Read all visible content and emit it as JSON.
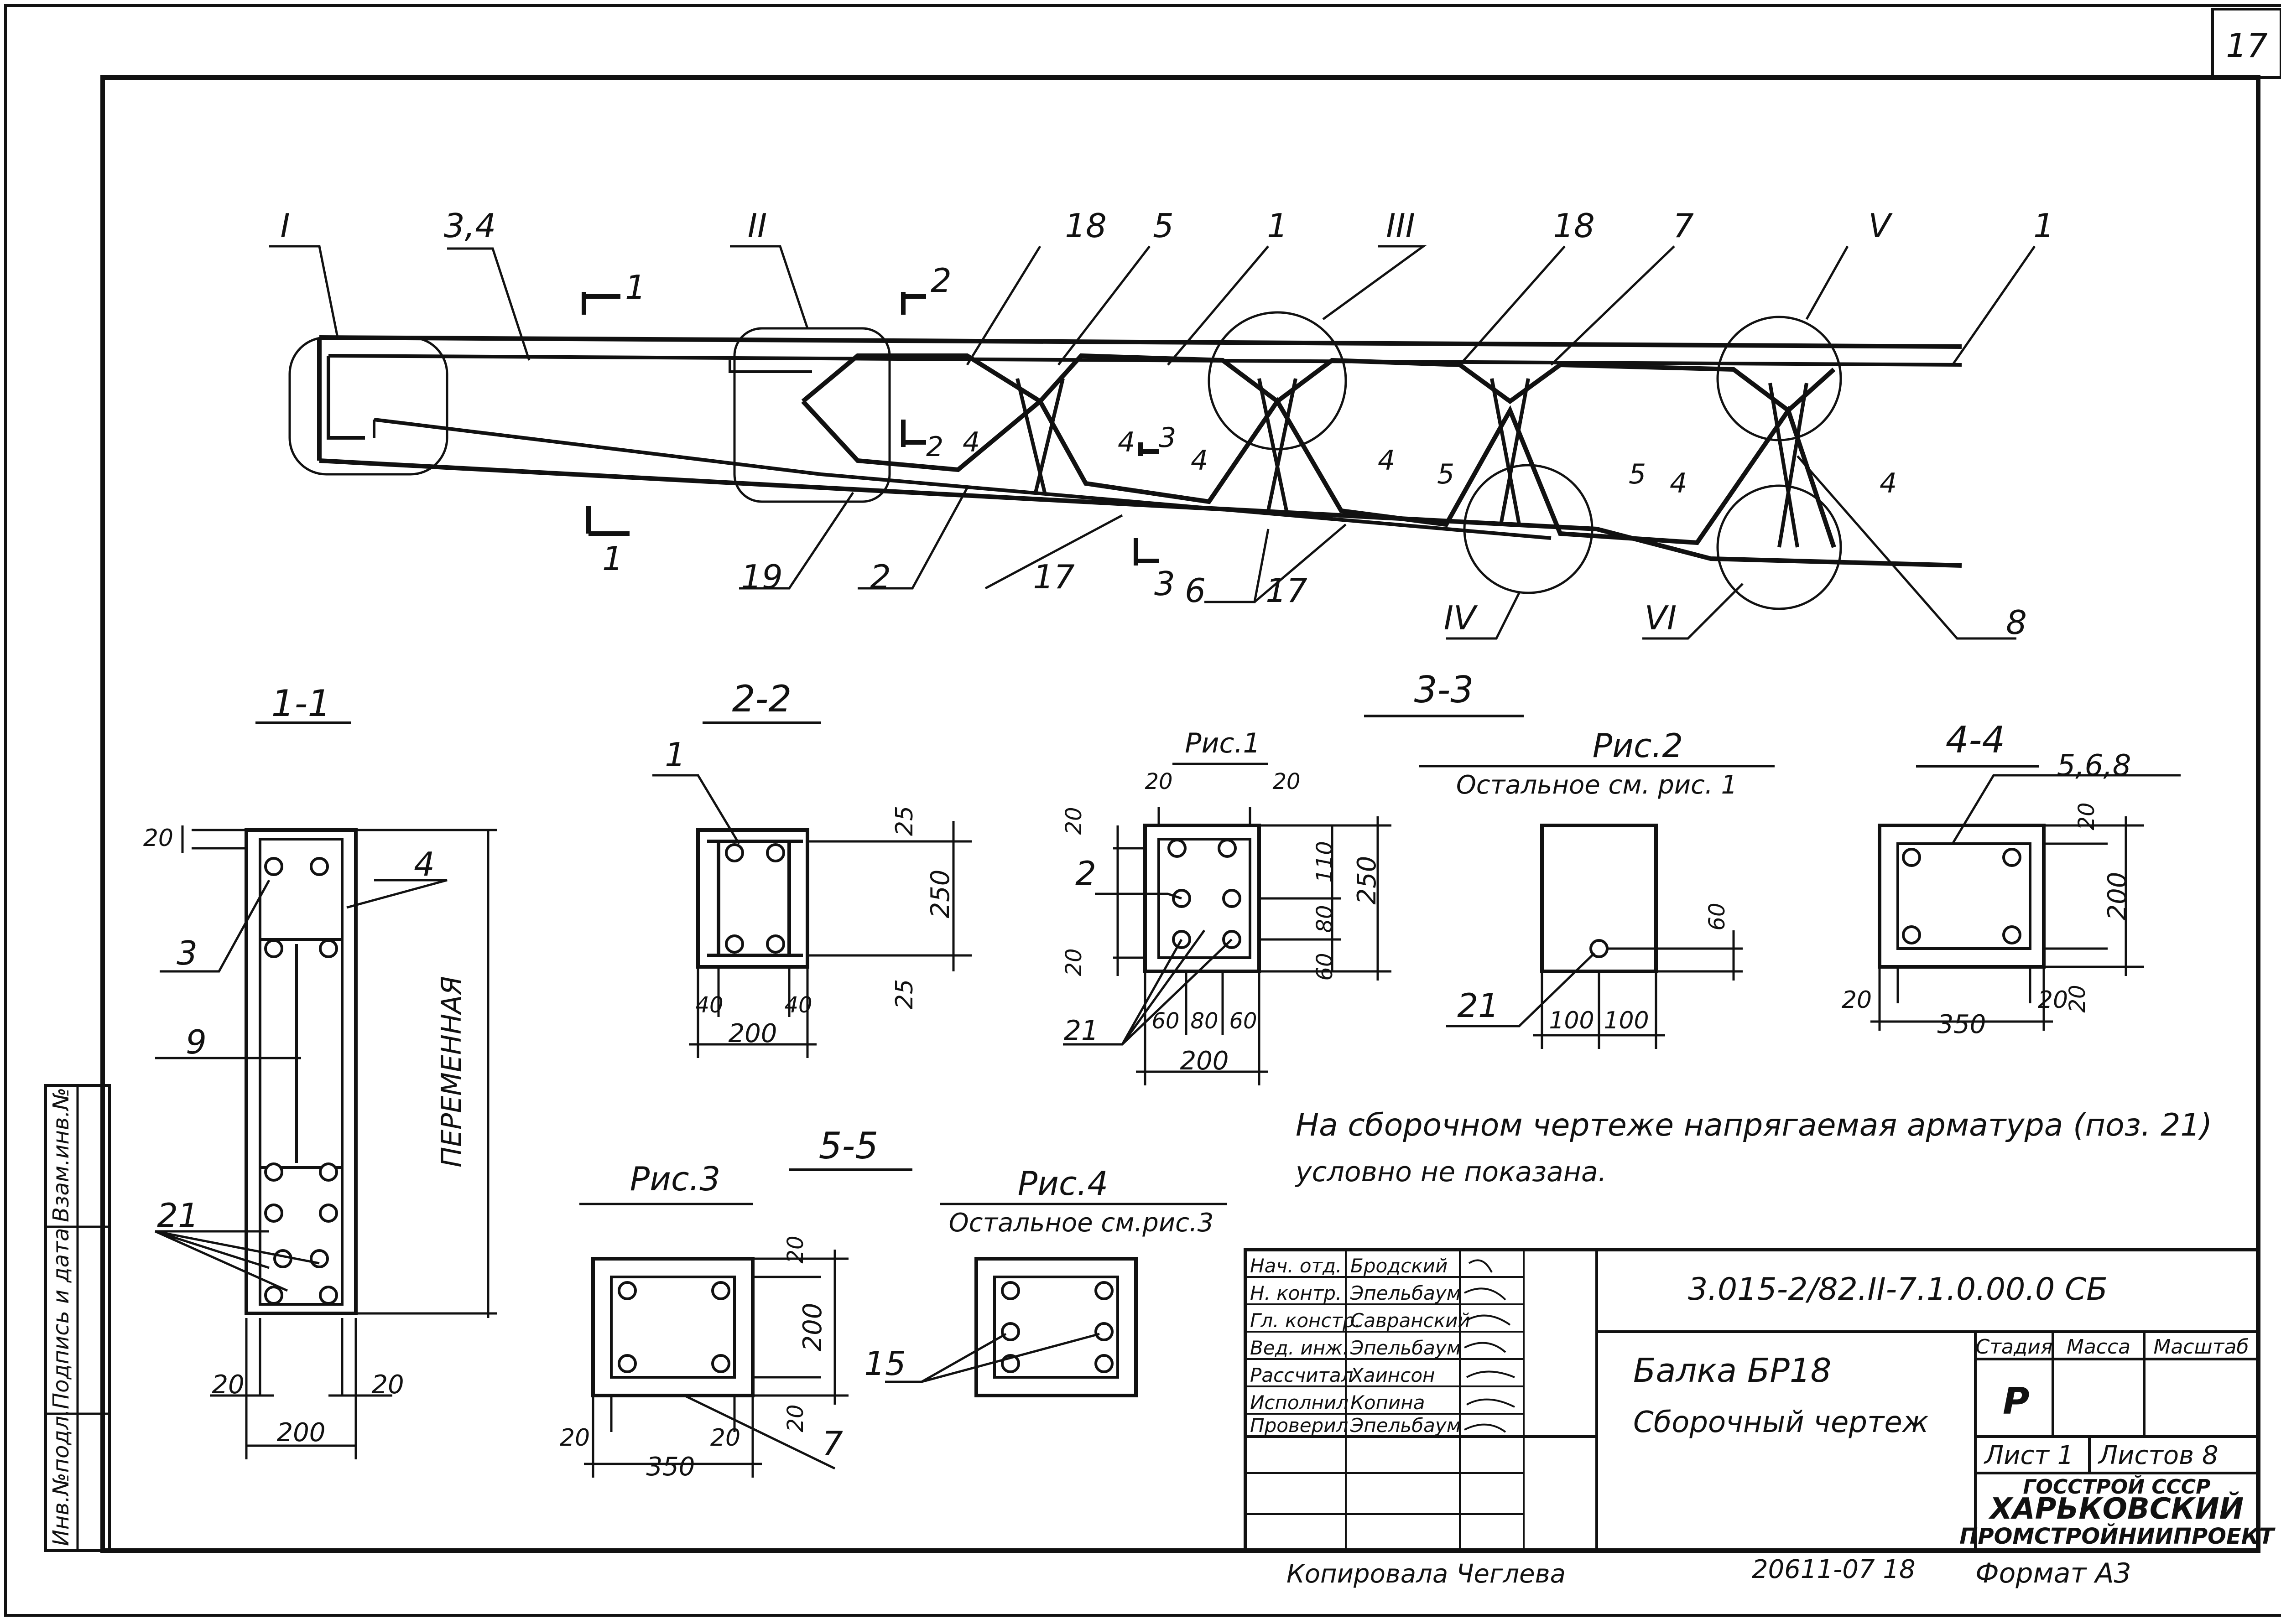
{
  "sheet_number": "17",
  "elevation": {
    "nodes": [
      "I",
      "II",
      "III",
      "IV",
      "V",
      "VI"
    ],
    "callouts": [
      "3,4",
      "18",
      "5",
      "1",
      "18",
      "7",
      "1",
      "19",
      "2",
      "17",
      "6",
      "17",
      "8"
    ],
    "section_marks": [
      "1",
      "1",
      "2",
      "2",
      "3",
      "3",
      "4",
      "4",
      "4",
      "4",
      "4",
      "5",
      "5",
      "4",
      "4"
    ]
  },
  "sections": {
    "s11": {
      "title": "1-1",
      "dims": [
        "20",
        "20",
        "20",
        "200"
      ],
      "callouts": [
        "3",
        "4",
        "9",
        "21"
      ],
      "vertical": "ПЕРЕМЕННАЯ"
    },
    "s22": {
      "title": "2-2",
      "callout": "1",
      "dims": [
        "25",
        "250",
        "25",
        "40",
        "40",
        "200"
      ]
    },
    "s33": {
      "title": "3-3"
    },
    "fig1": {
      "title": "Рис.1",
      "dims": [
        "20",
        "20",
        "20",
        "110",
        "80",
        "250",
        "20",
        "60",
        "60",
        "80",
        "60",
        "200"
      ],
      "callouts": [
        "2",
        "21"
      ]
    },
    "fig2": {
      "title": "Рис.2",
      "subtitle": "Остальное см. рис. 1",
      "dims": [
        "60",
        "100",
        "100"
      ],
      "callout": "21"
    },
    "s44": {
      "title": "4-4",
      "callout": "5,6,8",
      "dims": [
        "20",
        "200",
        "20",
        "20",
        "20",
        "350"
      ]
    },
    "s55": {
      "title": "5-5"
    },
    "fig3": {
      "title": "Рис.3",
      "dims": [
        "20",
        "200",
        "20",
        "20",
        "20",
        "350"
      ],
      "callout": "7"
    },
    "fig4": {
      "title": "Рис.4",
      "subtitle": "Остальное см.рис.3",
      "callout": "15"
    }
  },
  "note": {
    "line1": "На сборочном чертеже напрягаемая арматура (поз. 21)",
    "line2": "условно не показана."
  },
  "left_margin": [
    "Инв.№подл.",
    "Подпись и дата",
    "Взам.инв.№"
  ],
  "title_block": {
    "code": "3.015-2/82.II-7.1.0.00.0 СБ",
    "roles": [
      "Нач. отд.",
      "Н. контр.",
      "Гл. констр.",
      "Вед. инж.",
      "Рассчитал",
      "Исполнил",
      "Проверил"
    ],
    "names": [
      "Бродский",
      "Эпельбаум",
      "Савранский",
      "Эпельбаум",
      "Хаинсон",
      "Копина",
      "Эпельбаум"
    ],
    "title_line1": "Балка  БР18",
    "title_line2": "Сборочный  чертеж",
    "stage_label": "Стадия",
    "mass_label": "Масса",
    "scale_label": "Масштаб",
    "stage": "Р",
    "sheet": "Лист 1",
    "sheets": "Листов 8",
    "org_line1": "ГОССТРОЙ СССР",
    "org_line2": "ХАРЬКОВСКИЙ",
    "org_line3": "ПРОМСТРОЙНИИПРОЕКТ"
  },
  "footer": {
    "copied": "Копировала  Чеглева",
    "number": "20611-07  18",
    "format": "Формат А3"
  }
}
